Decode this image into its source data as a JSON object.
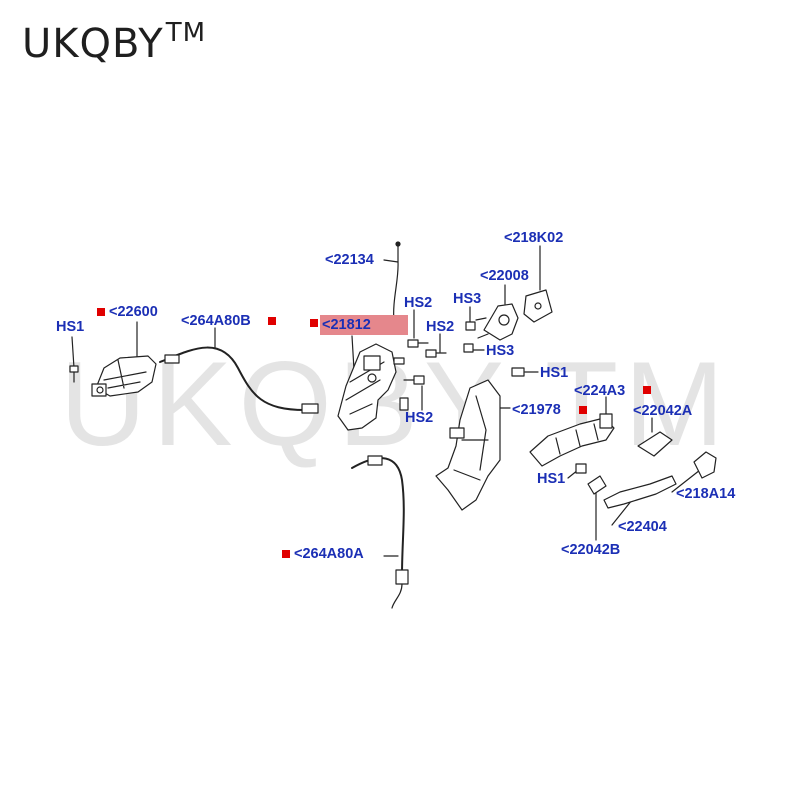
{
  "brand": {
    "name": "UKQBY",
    "mark": "TM"
  },
  "watermark": {
    "text": "UKQBY TM"
  },
  "callouts": {
    "c22134": "<22134",
    "c218K02": "<218K02",
    "c22008": "<22008",
    "c22600": "<22600",
    "c264A80B": "<264A80B",
    "c21812": "<21812",
    "c264A80A": "<264A80A",
    "c21978": "<21978",
    "c224A3": "<224A3",
    "c22042A": "<22042A",
    "c218A14": "<218A14",
    "c22404": "<22404",
    "c22042B": "<22042B",
    "hs1_left": "HS1",
    "hs2_top": "HS2",
    "hs2_mid": "HS2",
    "hs2_low": "HS2",
    "hs3_top": "HS3",
    "hs3_low": "HS3",
    "hs1_right": "HS1",
    "hs1_handle": "HS1"
  },
  "colors": {
    "callout_text": "#1b2fb5",
    "marker": "#e00000",
    "highlight": "#e5878c",
    "watermark": "#d9d9d9",
    "line": "#222222"
  }
}
